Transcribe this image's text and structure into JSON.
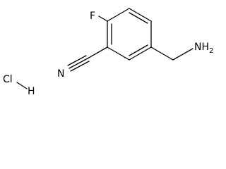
{
  "molecule": {
    "atoms": {
      "fluorine": "F",
      "nitrile_nitrogen": "N",
      "amine": "NH",
      "amine_subscript": "2",
      "chlorine": "Cl",
      "hydrogen": "H"
    }
  }
}
